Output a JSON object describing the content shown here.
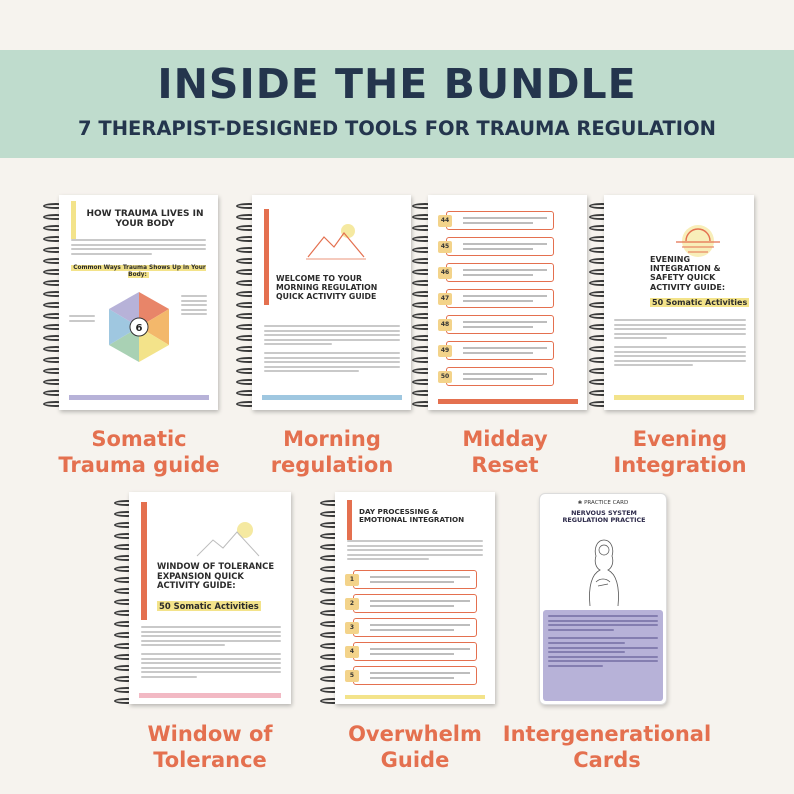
{
  "header": {
    "title": "INSIDE THE BUNDLE",
    "subtitle": "7 THERAPIST-DESIGNED TOOLS FOR TRAUMA REGULATION"
  },
  "colors": {
    "banner": "#bfdccd",
    "title_text": "#24354d",
    "caption": "#e4704f",
    "accent_yellow": "#f3e38a",
    "card_panel": "#b7b2d8"
  },
  "products": [
    {
      "caption_line1": "Somatic",
      "caption_line2": "Trauma guide",
      "book_title": "HOW TRAUMA LIVES IN YOUR BODY",
      "subheading": "Common Ways Trauma Shows Up in Your Body:",
      "wheel_center": "6"
    },
    {
      "caption_line1": "Morning",
      "caption_line2": "regulation",
      "book_title": "WELCOME TO YOUR MORNING REGULATION QUICK ACTIVITY GUIDE"
    },
    {
      "caption_line1": "Midday",
      "caption_line2": "Reset",
      "numbers": [
        "44",
        "45",
        "46",
        "47",
        "48",
        "49",
        "50"
      ]
    },
    {
      "caption_line1": "Evening",
      "caption_line2": "Integration",
      "book_title": "EVENING INTEGRATION & SAFETY QUICK ACTIVITY GUIDE:",
      "book_highlight": "50 Somatic Activities"
    },
    {
      "caption_line1": "Window of",
      "caption_line2": "Tolerance",
      "book_title": "WINDOW OF TOLERANCE EXPANSION QUICK ACTIVITY GUIDE:",
      "book_highlight": "50 Somatic Activities"
    },
    {
      "caption_line1": "Overwhelm",
      "caption_line2": "Guide",
      "book_title": "DAY PROCESSING & EMOTIONAL INTEGRATION",
      "numbers": [
        "1",
        "2",
        "3",
        "4",
        "5"
      ]
    },
    {
      "caption_line1": "Intergenerational",
      "caption_line2": "Cards",
      "card_label": "PRACTICE CARD",
      "card_title": "NERVOUS SYSTEM REGULATION PRACTICE"
    }
  ]
}
